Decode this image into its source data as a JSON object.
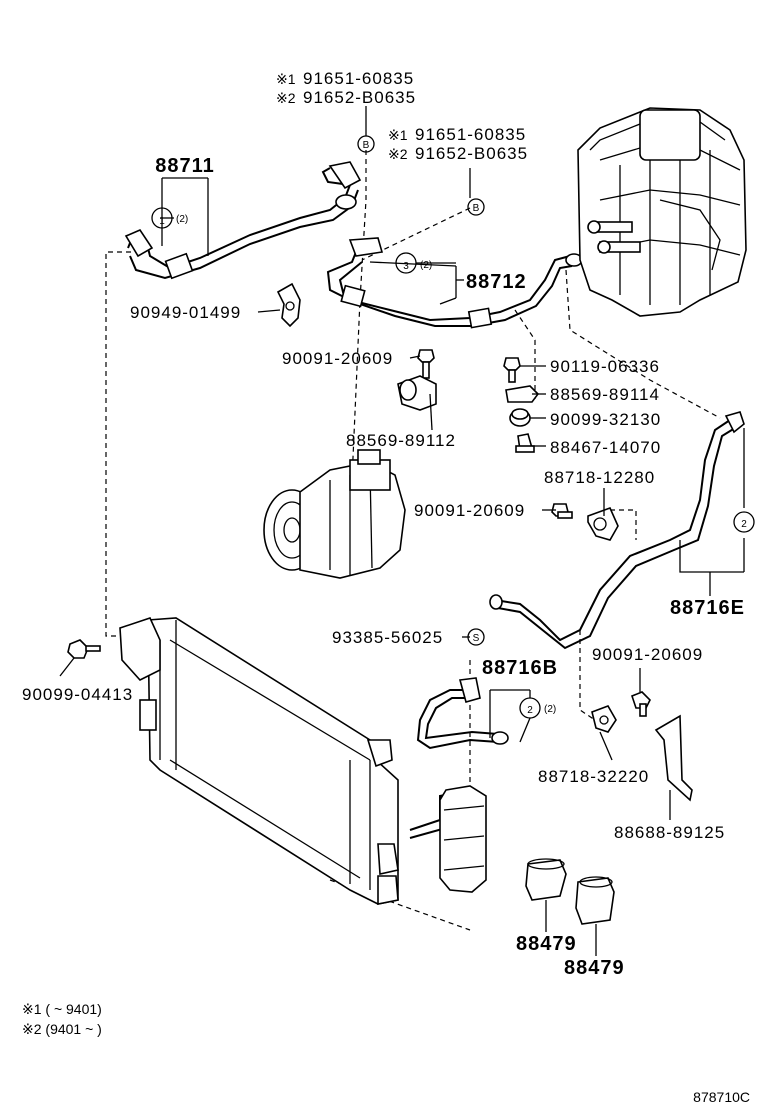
{
  "labels": {
    "hose_88711": "88711",
    "n1_88711": "1",
    "n1_qty": "(2)",
    "star1_a": "※1",
    "pn_91651_a": "91651-60835",
    "star2_a": "※2",
    "pn_91652_a": "91652-B0635",
    "circ_b1": "B",
    "star1_b": "※1",
    "pn_91651_b": "91651-60835",
    "star2_b": "※2",
    "pn_91652_b": "91652-B0635",
    "circ_b2": "B",
    "pn_90949": "90949-01499",
    "n3": "3",
    "n3_qty": "(2)",
    "hose_88712": "88712",
    "pn_90091_a": "90091-20609",
    "pn_88569_89112": "88569-89112",
    "pn_90119": "90119-06336",
    "pn_88569_89114": "88569-89114",
    "pn_90099_32130": "90099-32130",
    "pn_88467": "88467-14070",
    "pn_88718_12280": "88718-12280",
    "pn_90091_b": "90091-20609",
    "n2_right": "2",
    "hose_88716e": "88716E",
    "pn_93385": "93385-56025",
    "circ_s": "S",
    "hose_88716b": "88716B",
    "n2_b": "2",
    "n2_b_qty": "(2)",
    "pn_90091_c": "90091-20609",
    "pn_90099_04413": "90099-04413",
    "pn_88718_32220": "88718-32220",
    "pn_88688": "88688-89125",
    "part_88479_a": "88479",
    "part_88479_b": "88479",
    "note1": "※1 (        ~ 9401)",
    "note2": "※2 (9401 ~        )",
    "figure_id": "878710C"
  }
}
